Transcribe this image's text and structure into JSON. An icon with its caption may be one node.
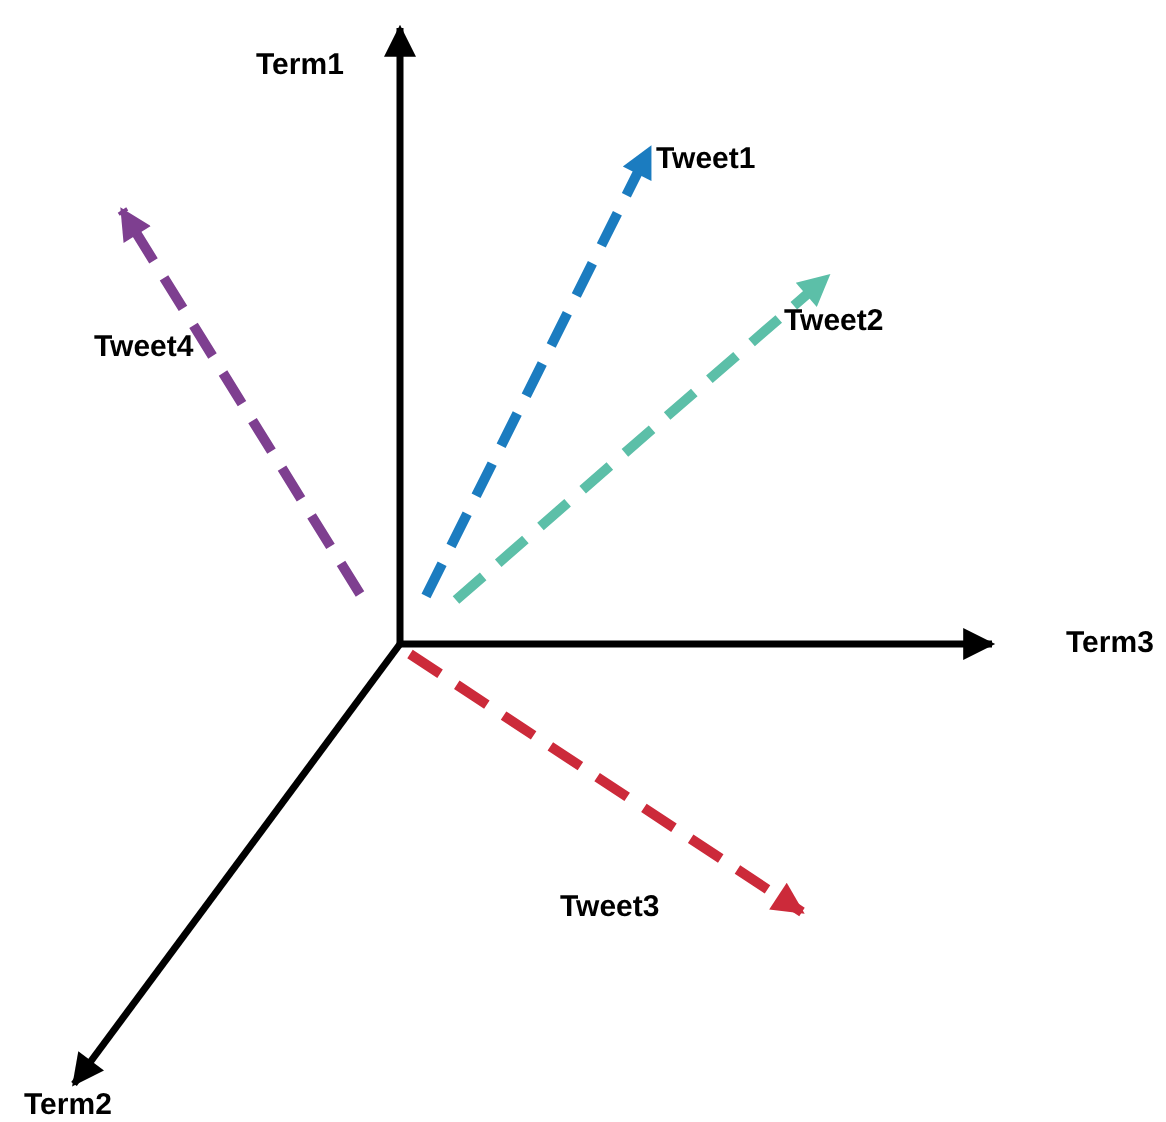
{
  "diagram": {
    "labels": [
      "Term1",
      "Tweet1",
      "Tweet2",
      "Tweet4",
      "Term3",
      "Tweet3",
      "Term2"
    ]
  }
}
